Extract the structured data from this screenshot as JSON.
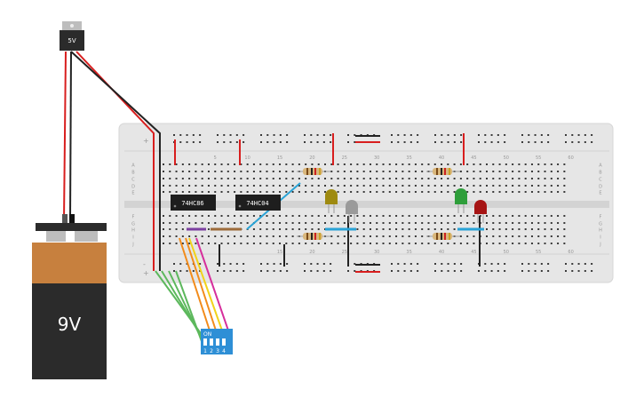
{
  "regulator": {
    "label": "5V"
  },
  "battery": {
    "label": "9V"
  },
  "breadboard": {
    "column_numbers_top": [
      "5",
      "10",
      "15",
      "20",
      "25",
      "30",
      "35",
      "40",
      "45",
      "50",
      "55",
      "60"
    ],
    "column_numbers_bottom": [
      "15",
      "20",
      "25",
      "30",
      "35",
      "40",
      "45",
      "50",
      "55",
      "60"
    ],
    "row_letters_top": [
      "A",
      "B",
      "C",
      "D",
      "E"
    ],
    "row_letters_bottom": [
      "F",
      "G",
      "H",
      "I",
      "J"
    ],
    "rail_plus": "+",
    "rail_minus": "-"
  },
  "chips": [
    {
      "label": "74HC86"
    },
    {
      "label": "74HC04"
    }
  ],
  "dip_switch": {
    "on_label": "ON",
    "numbers": [
      "1",
      "2",
      "3",
      "4"
    ]
  },
  "colors": {
    "board": "#e6e6e6",
    "hole": "#3a3a3a",
    "wire_red": "#d81e1e",
    "wire_black": "#222222",
    "wire_blue": "#29a3d6",
    "wire_green": "#5cb85c",
    "wire_orange": "#f28b1a",
    "wire_yellow": "#f1d31c",
    "wire_magenta": "#d62f9c",
    "wire_purple": "#7b3fa0",
    "wire_brown": "#9c6b3a",
    "battery_top": "#c7803e",
    "battery_body": "#2b2b2b",
    "dip_blue": "#2e8fd6",
    "led_yellow": "#9e8a10",
    "led_clear": "#9a9a9a",
    "led_green": "#2e9e3a",
    "led_red": "#a61414"
  }
}
